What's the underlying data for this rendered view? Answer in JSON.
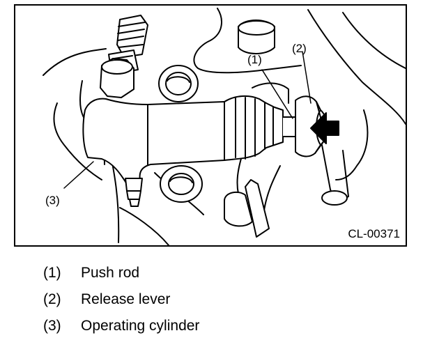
{
  "figure": {
    "callouts": [
      {
        "id": "1",
        "text": "(1)"
      },
      {
        "id": "2",
        "text": "(2)"
      },
      {
        "id": "3",
        "text": "(3)"
      }
    ],
    "code": "CL-00371"
  },
  "legend": [
    {
      "num": "(1)",
      "text": "Push rod"
    },
    {
      "num": "(2)",
      "text": "Release lever"
    },
    {
      "num": "(3)",
      "text": "Operating cylinder"
    }
  ]
}
